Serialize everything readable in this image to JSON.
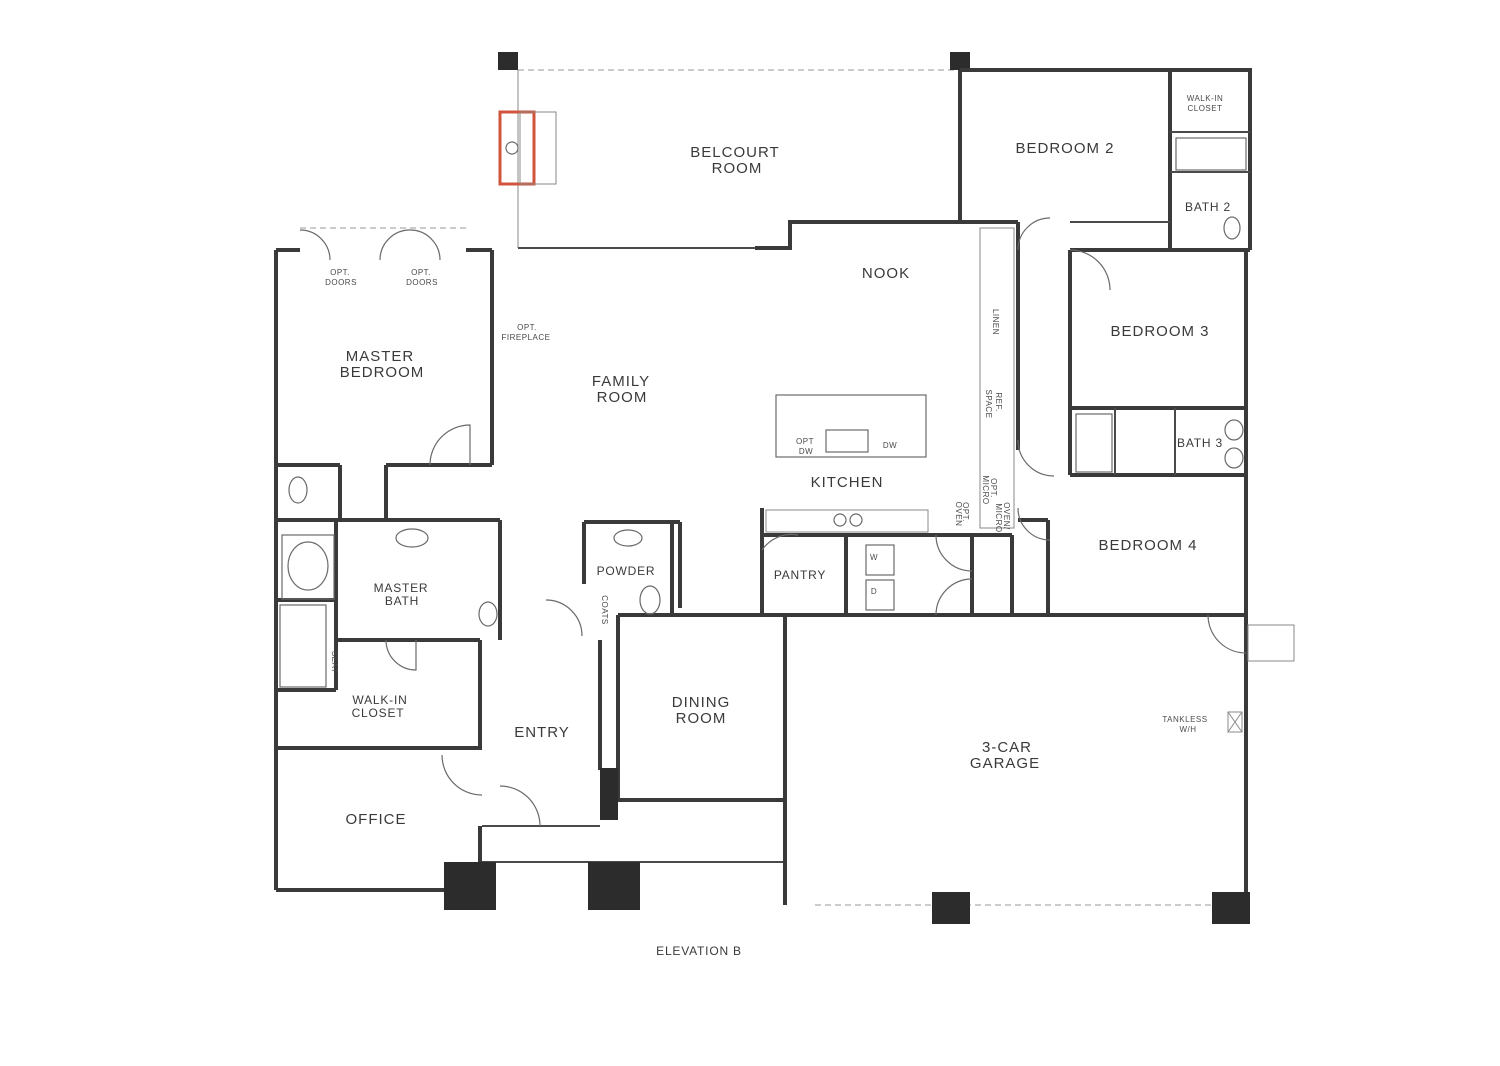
{
  "plan": {
    "elevation_label": "ELEVATION B",
    "rooms": {
      "belcourt_l1": "BELCOURT",
      "belcourt_l2": "ROOM",
      "bedroom2": "BEDROOM 2",
      "walkin_closet_l1": "WALK-IN",
      "walkin_closet_l2": "CLOSET",
      "bath2": "BATH 2",
      "nook": "NOOK",
      "linen": "LINEN",
      "bedroom3": "BEDROOM 3",
      "ref_space_l1": "REF.",
      "ref_space_l2": "SPACE",
      "bath3": "BATH 3",
      "family_l1": "FAMILY",
      "family_l2": "ROOM",
      "opt_fireplace_l1": "OPT.",
      "opt_fireplace_l2": "FIREPLACE",
      "master_bed_l1": "MASTER",
      "master_bed_l2": "BEDROOM",
      "opt_doors_a_l1": "OPT.",
      "opt_doors_a_l2": "DOORS",
      "opt_doors_b_l1": "OPT.",
      "opt_doors_b_l2": "DOORS",
      "kitchen": "KITCHEN",
      "opt_dw_l1": "OPT",
      "opt_dw_l2": "DW",
      "dw": "DW",
      "bedroom4": "BEDROOM 4",
      "master_bath_l1": "MASTER",
      "master_bath_l2": "BATH",
      "powder": "POWDER",
      "pantry": "PANTRY",
      "washer": "W",
      "dryer": "D",
      "coats": "COATS",
      "seat": "SEAT",
      "walkin_master_l1": "WALK-IN",
      "walkin_master_l2": "CLOSET",
      "entry": "ENTRY",
      "dining_l1": "DINING",
      "dining_l2": "ROOM",
      "garage_l1": "3-CAR",
      "garage_l2": "GARAGE",
      "tankless_l1": "TANKLESS",
      "tankless_l2": "W/H",
      "office": "OFFICE",
      "opt_oven_l1": "OPT.",
      "opt_oven_l2": "OVEN",
      "opt_micro_l1": "OPT.",
      "opt_micro_l2": "MICRO",
      "oven_micro_l1": "OVEN/",
      "oven_micro_l2": "MICRO"
    }
  }
}
